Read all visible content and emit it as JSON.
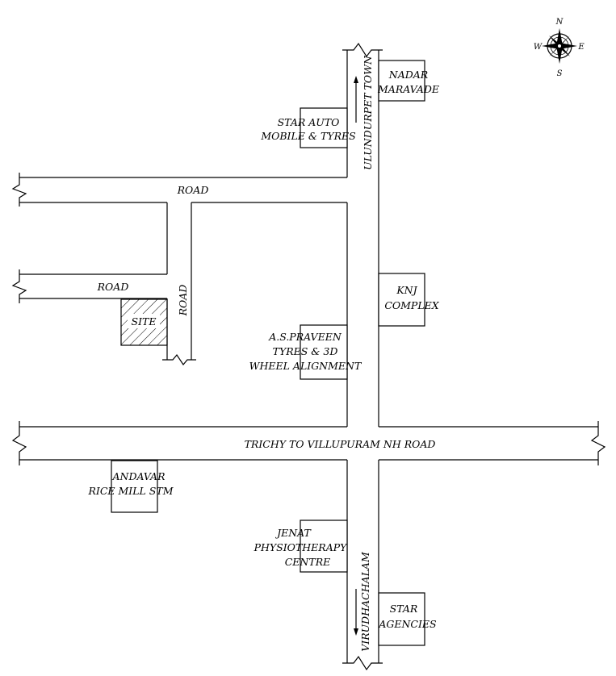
{
  "colors": {
    "ink": "#000000",
    "paper": "#ffffff"
  },
  "compass": {
    "icon": "compass-rose-icon",
    "north": "N",
    "south": "S",
    "east": "E",
    "west": "W"
  },
  "roads": {
    "upper_road": "ROAD",
    "lower_road": "ROAD",
    "vertical_road": "ROAD",
    "highway": "TRICHY TO VILLUPURAM NH ROAD",
    "north_route": "ULUNDURPET TOWN",
    "south_route": "VIRUDHACHALAM"
  },
  "site": {
    "label": "SITE"
  },
  "landmarks": {
    "nadar": {
      "line1": "NADAR",
      "line2": "MARAVADE"
    },
    "star_auto": {
      "line1": "STAR AUTO",
      "line2": "MOBILE & TYRES"
    },
    "knj": {
      "line1": "KNJ",
      "line2": "COMPLEX"
    },
    "praveen": {
      "line1": "A.S.PRAVEEN",
      "line2": "TYRES & 3D",
      "line3": "WHEEL ALIGNMENT"
    },
    "andavar": {
      "line1": "ANDAVAR",
      "line2": "RICE MILL STM"
    },
    "jenat": {
      "line1": "JENAT",
      "line2": "PHYSIOTHERAPY",
      "line3": "CENTRE"
    },
    "star_agencies": {
      "line1": "STAR",
      "line2": "AGENCIES"
    }
  }
}
